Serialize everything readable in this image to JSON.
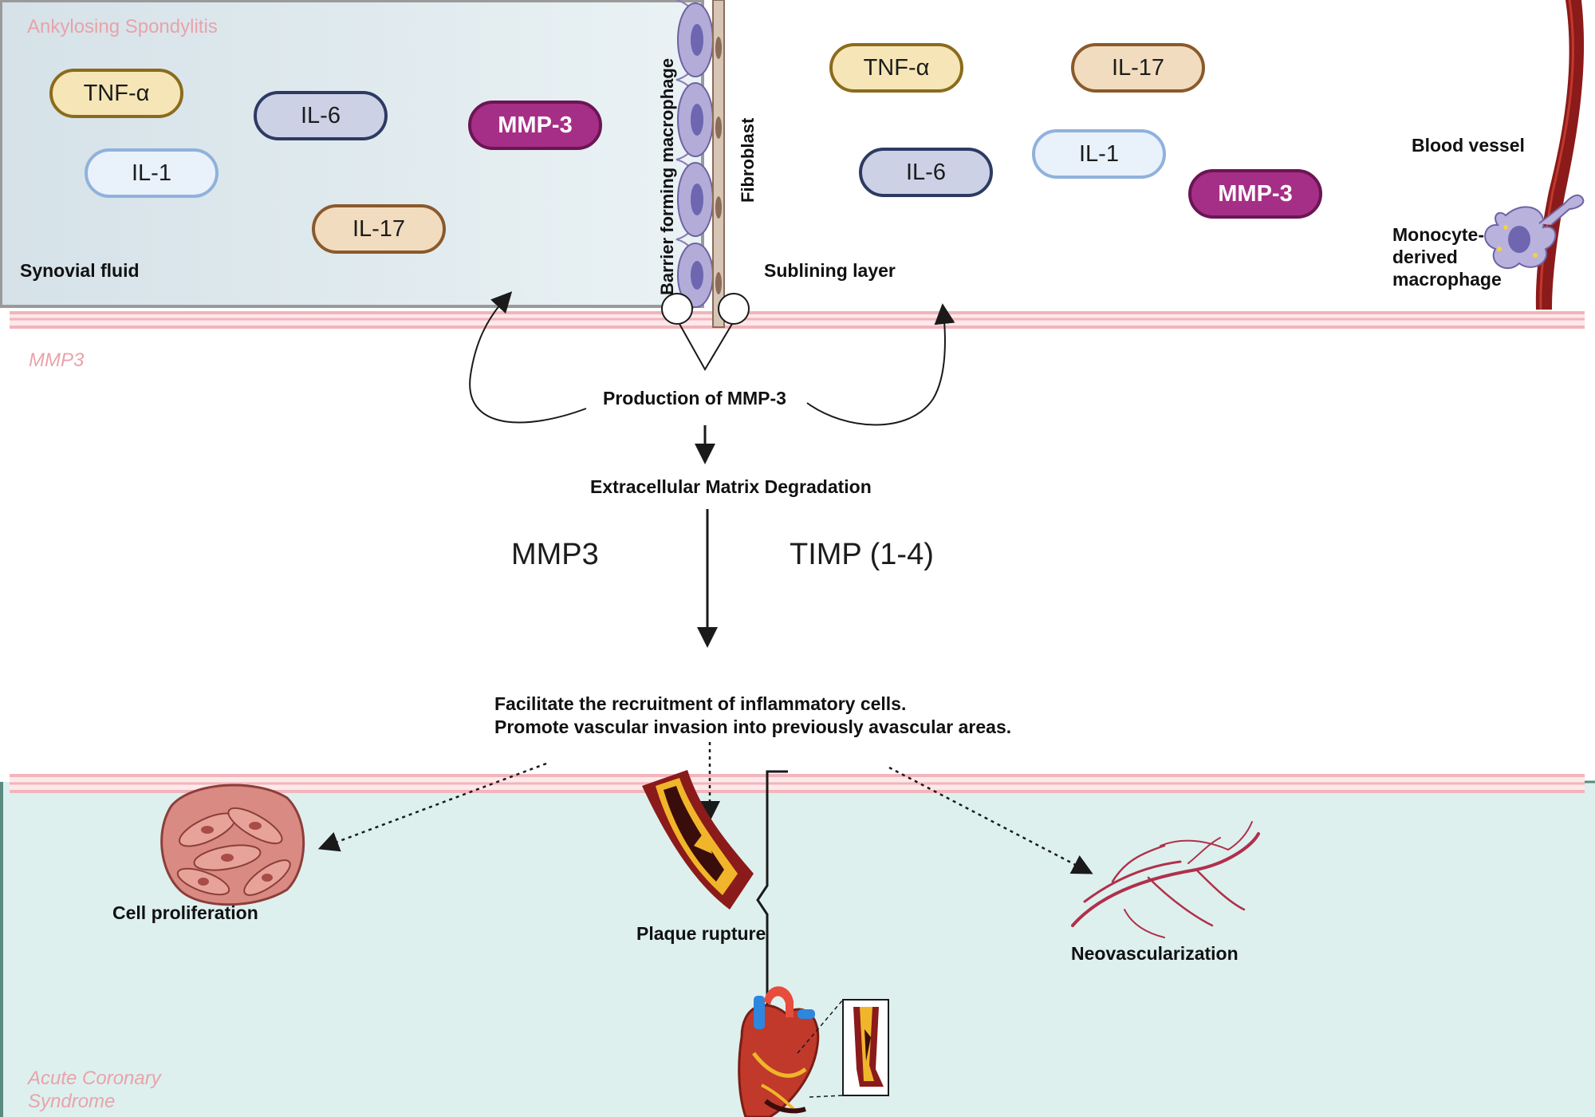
{
  "top_panel": {
    "region_label": "Ankylosing Spondylitis",
    "synovial_label": "Synovial fluid",
    "barrier_label": "Barrier forming macrophage",
    "fibroblast_label": "Fibroblast",
    "sublining_label": "Sublining layer",
    "blood_vessel_label": "Blood vessel",
    "monocyte_label_lines": [
      "Monocyte-",
      "derived",
      "macrophage"
    ],
    "left_cytokines": {
      "tnf": "TNF-α",
      "il6": "IL-6",
      "mmp3": "MMP-3",
      "il1": "IL-1",
      "il17": "IL-17"
    },
    "right_cytokines": {
      "tnf": "TNF-α",
      "il17": "IL-17",
      "il6": "IL-6",
      "il1": "IL-1",
      "mmp3": "MMP-3"
    }
  },
  "middle": {
    "section_label": "MMP3",
    "production_label": "Production of MMP-3",
    "ecm_label": "Extracellular Matrix Degradation",
    "mmp3_big": "MMP3",
    "timp_big": "TIMP (1-4)",
    "effects_line1": "Facilitate the recruitment of inflammatory cells.",
    "effects_line2": "Promote vascular invasion into previously avascular areas."
  },
  "bottom_panel": {
    "region_label_lines": [
      "Acute Coronary",
      "Syndrome"
    ],
    "cell_proliferation": "Cell proliferation",
    "plaque_rupture": "Plaque rupture",
    "neovascularization": "Neovascularization"
  },
  "colors": {
    "top_panel_bg": "#e2ecf0",
    "bottom_panel_bg": "#ddf0ee",
    "membrane": "#f6c9cd",
    "region_label": "#e8a3ab",
    "mmp3_fill": "#a52f86",
    "vessel": "#8b1a1a"
  }
}
